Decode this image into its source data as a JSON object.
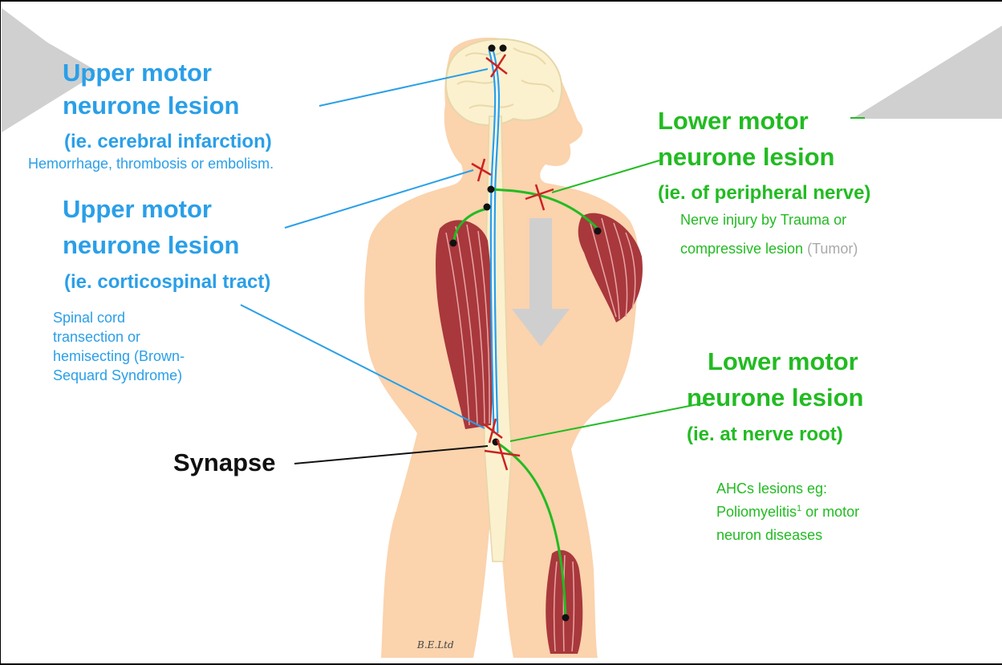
{
  "labels": {
    "umn_brain": {
      "title_line1": "Upper motor",
      "title_line2": "neurone lesion",
      "subtitle": "(ie. cerebral infarction)",
      "note": "Hemorrhage, thrombosis or embolism."
    },
    "umn_spinal": {
      "title_line1": "Upper motor",
      "title_line2": "neurone lesion",
      "subtitle": "(ie. corticospinal tract)",
      "note_lines": [
        "Spinal cord",
        "transection or",
        "hemisecting (Brown-",
        "Sequard Syndrome)"
      ]
    },
    "lmn_peripheral": {
      "title_line1": "Lower motor",
      "title_line2": "neurone lesion",
      "subtitle": "(ie. of peripheral nerve)",
      "note_line1": "Nerve injury by Trauma or",
      "note_line2_main": "compressive lesion",
      "note_line2_grey": "(Tumor)"
    },
    "lmn_root": {
      "title_line1": "Lower motor",
      "title_line2": "neurone lesion",
      "subtitle": "(ie. at nerve root)",
      "note_line1": "AHCs lesions eg:",
      "note_line2_main": "Poliomyelitis",
      "note_line2_sup": "1",
      "note_line2_rest": " or motor",
      "note_line3": "neuron diseases"
    },
    "synapse": "Synapse",
    "credit": "B.E.Ltd"
  },
  "colors": {
    "upper_motor": "#2a9fe8",
    "lower_motor": "#22bb22",
    "lesion_mark": "#cc2222",
    "body": "#fbd3ad",
    "brain": "#fbf1cf",
    "muscle": "#a8383c",
    "arrow": "#cfcfcf",
    "tumor_note": "#a9a9a9"
  }
}
